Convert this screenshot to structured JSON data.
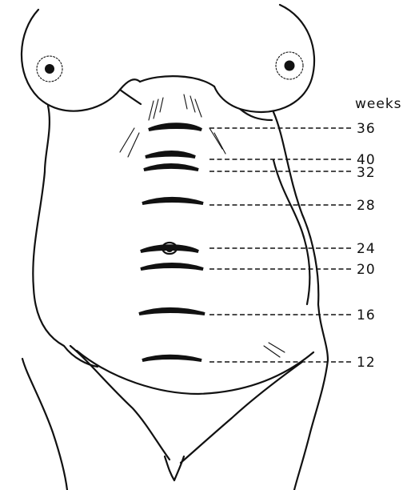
{
  "diagram": {
    "unit_label": "weeks",
    "markers": [
      {
        "weeks": "36"
      },
      {
        "weeks": "40"
      },
      {
        "weeks": "32"
      },
      {
        "weeks": "28"
      },
      {
        "weeks": "24"
      },
      {
        "weeks": "20"
      },
      {
        "weeks": "16"
      },
      {
        "weeks": "12"
      }
    ]
  }
}
